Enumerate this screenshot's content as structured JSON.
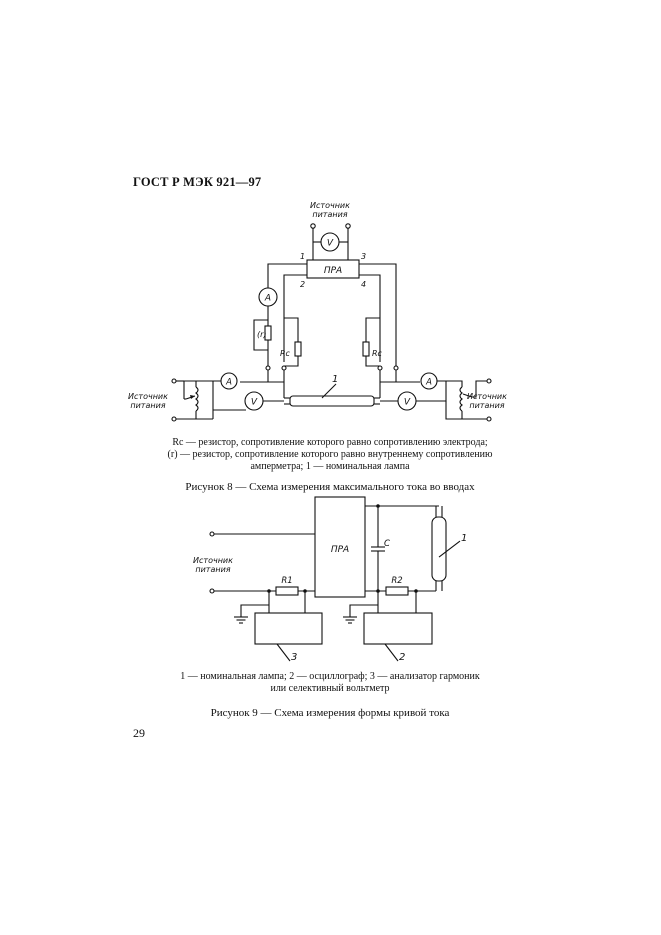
{
  "header": "ГОСТ Р МЭК 921—97",
  "figure8": {
    "source_top": "Источник питания",
    "source_left": "Источник питания",
    "source_right": "Источник питания",
    "ballast": "ПРА",
    "terminal_1": "1",
    "terminal_2": "2",
    "terminal_3": "3",
    "terminal_4": "4",
    "voltmeter": "V",
    "ammeter": "A",
    "resistor_r": "(r)",
    "resistor_rc": "Rc",
    "lamp_label": "1",
    "legend_line1": "Rc — резистор, сопротивление которого равно сопротивлению электрода;",
    "legend_line2": "(r) — резистор, сопротивление которого равно внутреннему сопротивлению",
    "legend_line3": "амперметра; 1 — номинальная лампа",
    "caption": "Рисунок 8 — Схема измерения максимального тока во вводах"
  },
  "figure9": {
    "source": "Источник питания",
    "ballast": "ПРА",
    "capacitor": "C",
    "r1": "R1",
    "r2": "R2",
    "lamp_label": "1",
    "box2_label": "2",
    "box3_label": "3",
    "legend_line1": "1 — номинальная лампа; 2 — осциллограф; 3 — анализатор гармоник",
    "legend_line2": "или селективный вольтметр",
    "caption": "Рисунок 9 — Схема измерения формы кривой тока"
  },
  "page_number": "29"
}
